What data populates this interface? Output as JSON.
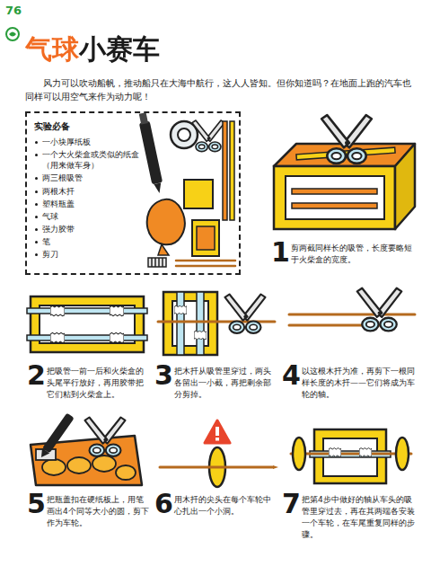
{
  "diagram": {
    "title": "气球小赛车",
    "nodes": [
      {
        "text": [
          "实验必备",
          "一小块厚纸板",
          "一个大火柴盒或类似的纸盒（用来做车身）",
          "两三根吸管",
          "两根木扦",
          "塑料瓶盖",
          "气球",
          "强力胶带",
          "笔",
          "剪刀"
        ]
      }
    ],
    "labels": [
      "76",
      "风力可以吹动船帆，推动船只在大海中航行，这人人皆知。但你知道吗？在地面上跑的汽车也同样可以用空气来作为动力呢！",
      "1",
      "剪两截同样长的吸管，长度要略短于火柴盒的宽度。",
      "2",
      "把吸管一前一后和火柴盒的头尾平行放好，再用胶带把它们粘到火柴盒上。",
      "3",
      "把木扦从吸管里穿过，两头各留出一小截，再把剩余部分剪掉。",
      "4",
      "以这根木扦为准，再剪下一根同样长度的木扦——它们将成为车轮的轴。",
      "5",
      "把瓶盖扣在硬纸板上，用笔画出4个同等大小的圆，剪下作为车轮。",
      "6",
      "用木扦的尖头在每个车轮中心扎出一个小洞。",
      "7",
      "把第4步中做好的轴从车头的吸管里穿过去，再在其两端各安装一个车轮，在车尾重复同样的步骤。"
    ]
  }
}
